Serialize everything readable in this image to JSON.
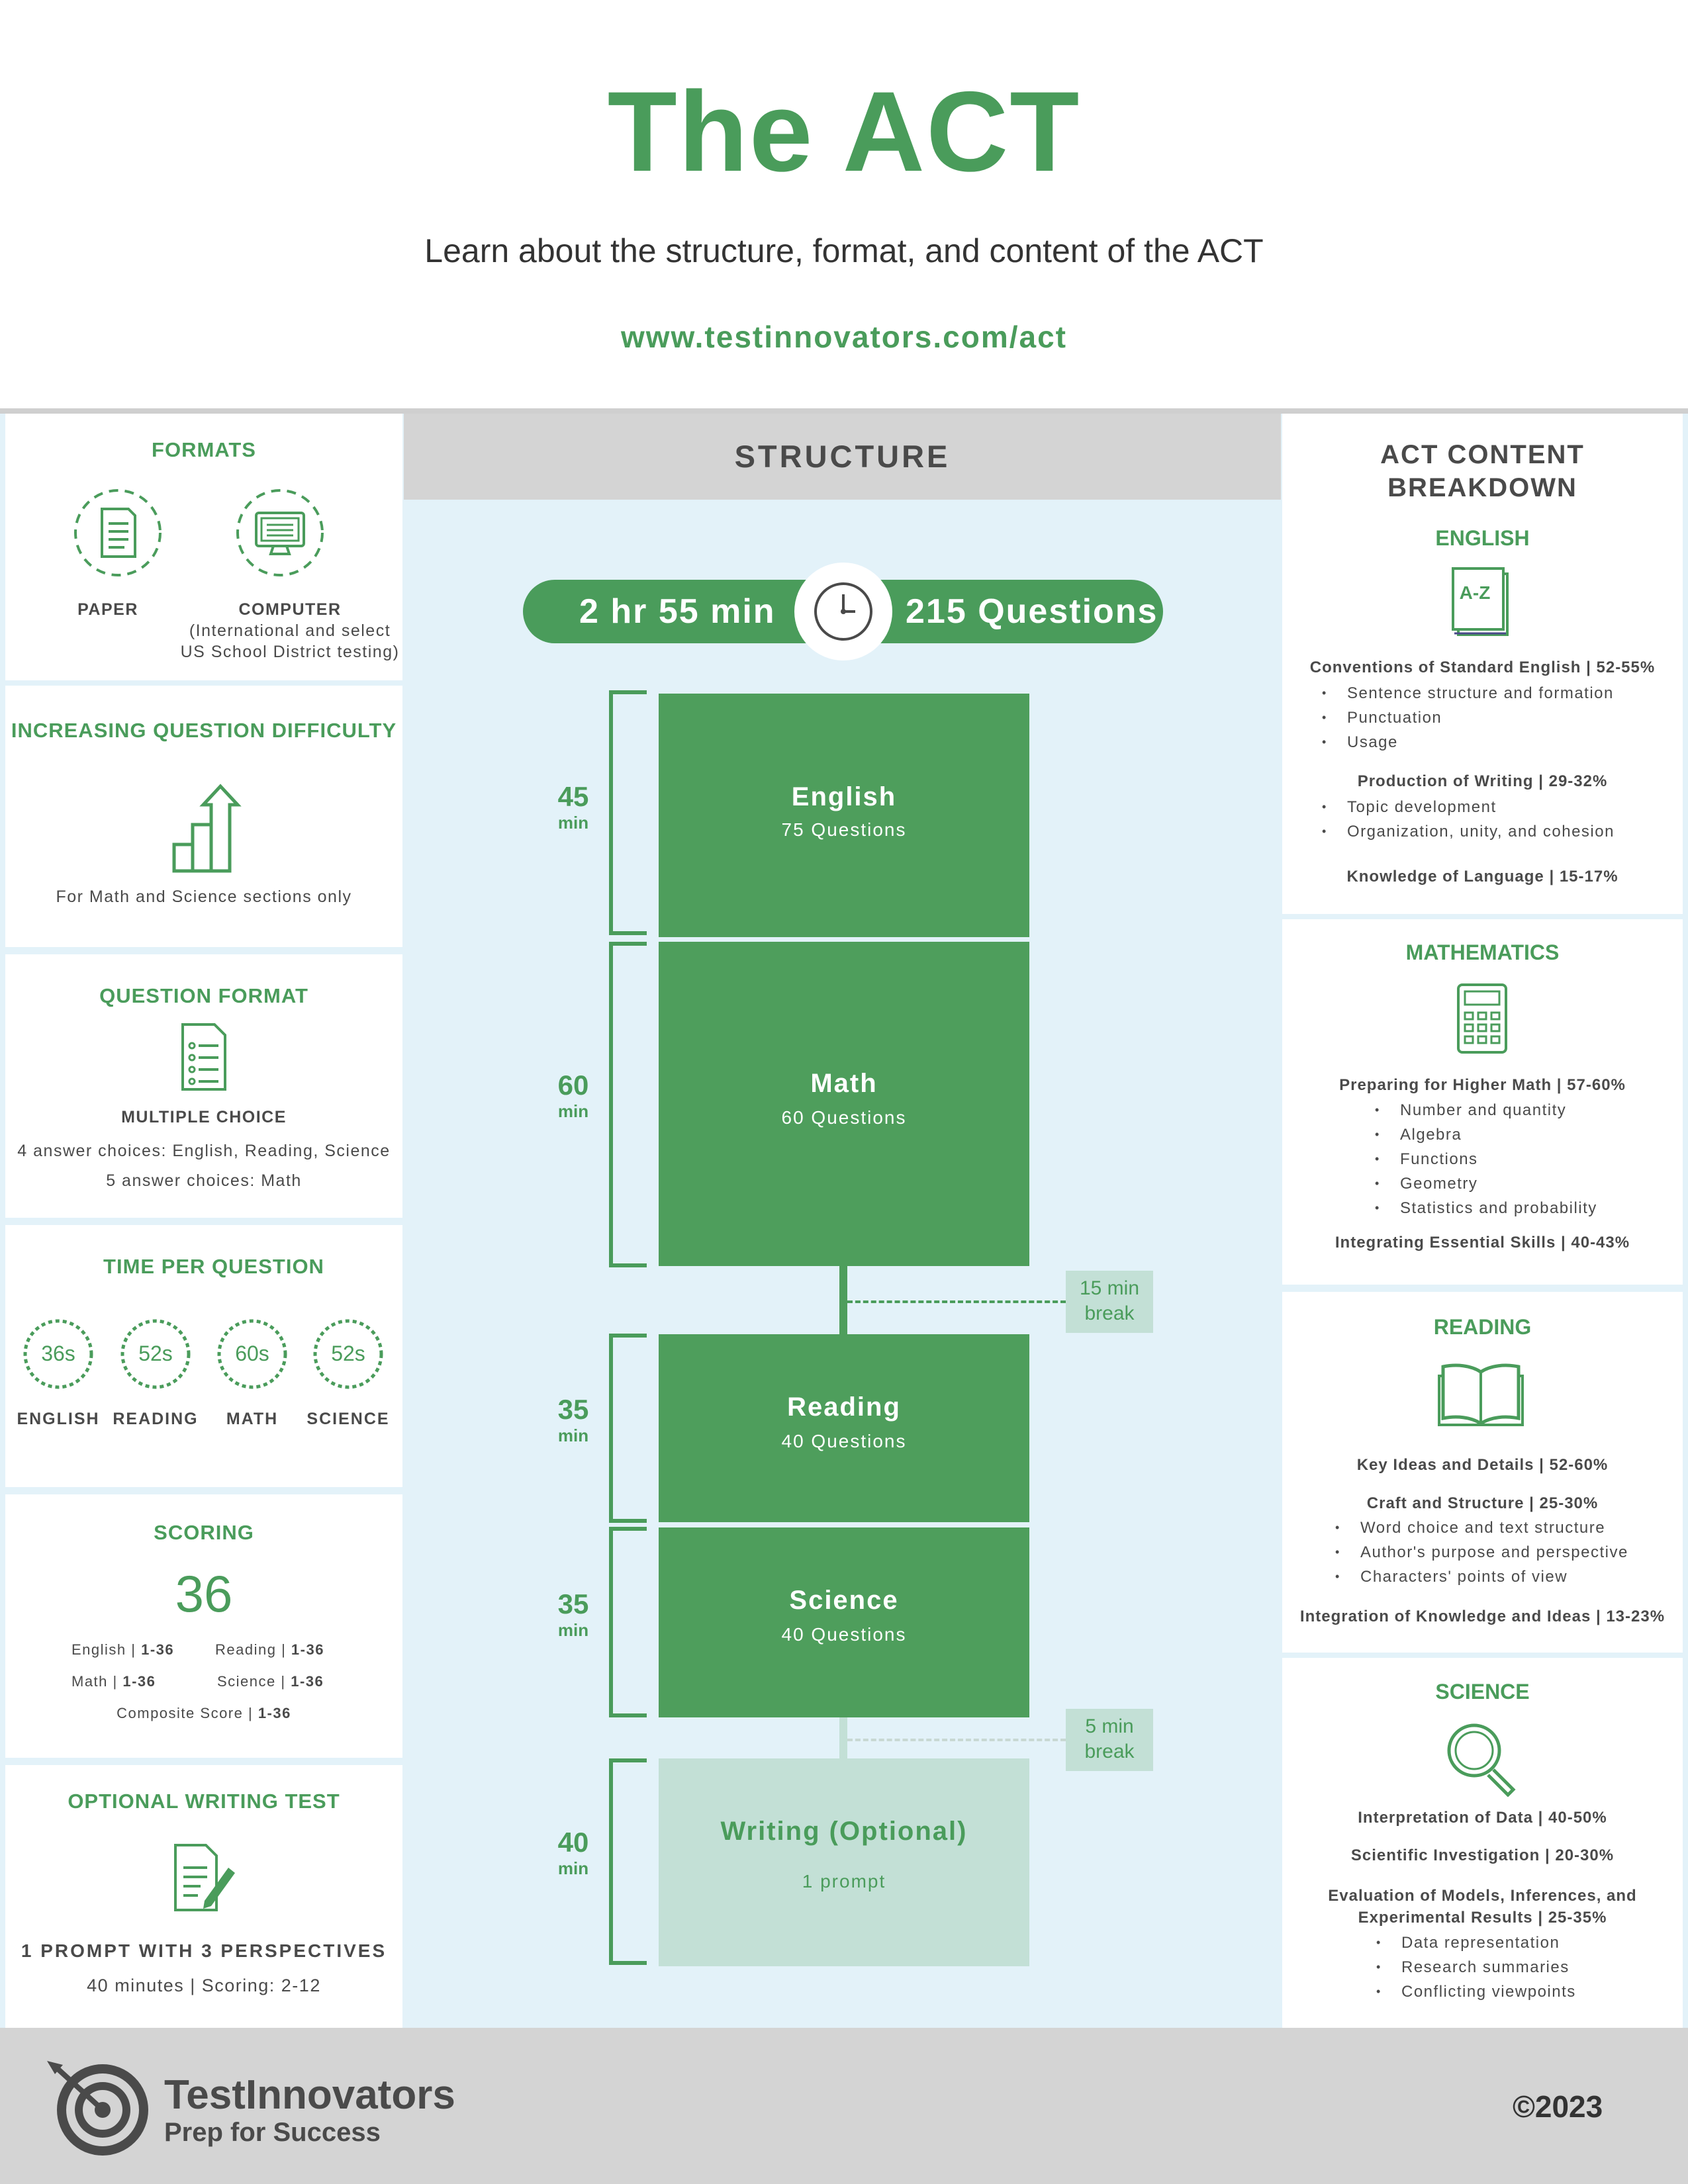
{
  "header": {
    "title": "The ACT",
    "subtitle": "Learn about the structure, format, and content of the ACT",
    "url": "www.testinnovators.com/act"
  },
  "formats": {
    "title": "FORMATS",
    "paper_label": "PAPER",
    "computer_label": "COMPUTER",
    "computer_note_1": "(International and select",
    "computer_note_2": "US School District testing)"
  },
  "difficulty": {
    "title": "INCREASING QUESTION DIFFICULTY",
    "note": "For Math and Science sections only"
  },
  "question_format": {
    "title": "QUESTION FORMAT",
    "type": "MULTIPLE CHOICE",
    "line1": "4 answer choices: English, Reading, Science",
    "line2": "5 answer choices: Math"
  },
  "time_per_question": {
    "title": "TIME PER QUESTION",
    "items": [
      {
        "time": "36s",
        "label": "ENGLISH"
      },
      {
        "time": "52s",
        "label": "READING"
      },
      {
        "time": "60s",
        "label": "MATH"
      },
      {
        "time": "52s",
        "label": "SCIENCE"
      }
    ]
  },
  "scoring": {
    "title": "SCORING",
    "max": "36",
    "english": "English | ",
    "english_range": "1-36",
    "reading": "Reading | ",
    "reading_range": "1-36",
    "math": "Math | ",
    "math_range": "1-36",
    "science": "Science | ",
    "science_range": "1-36",
    "composite": "Composite Score | ",
    "composite_range": "1-36"
  },
  "writing_test": {
    "title": "OPTIONAL WRITING TEST",
    "summary": "1 PROMPT WITH 3 PERSPECTIVES",
    "details": "40 minutes | Scoring: 2-12"
  },
  "structure": {
    "title": "STRUCTURE",
    "total_time": "2 hr 55 min",
    "total_questions": "215 Questions",
    "sections": [
      {
        "name": "English",
        "questions": "75 Questions",
        "minutes": "45",
        "unit": "min"
      },
      {
        "name": "Math",
        "questions": "60 Questions",
        "minutes": "60",
        "unit": "min"
      },
      {
        "name": "Reading",
        "questions": "40 Questions",
        "minutes": "35",
        "unit": "min"
      },
      {
        "name": "Science",
        "questions": "40 Questions",
        "minutes": "35",
        "unit": "min"
      },
      {
        "name": "Writing (Optional)",
        "questions": "1 prompt",
        "minutes": "40",
        "unit": "min"
      }
    ],
    "break1_a": "15 min",
    "break1_b": "break",
    "break2_a": "5 min",
    "break2_b": "break"
  },
  "content": {
    "title_1": "ACT CONTENT",
    "title_2": "BREAKDOWN",
    "english": {
      "title": "ENGLISH",
      "icon_text": "A-Z",
      "cat1": "Conventions of Standard English | 52-55%",
      "cat1_items": [
        "Sentence structure and formation",
        "Punctuation",
        "Usage"
      ],
      "cat2": "Production of Writing | 29-32%",
      "cat2_items": [
        "Topic development",
        "Organization, unity, and cohesion"
      ],
      "cat3": "Knowledge of Language | 15-17%"
    },
    "math": {
      "title": "MATHEMATICS",
      "cat1": "Preparing for Higher Math | 57-60%",
      "cat1_items": [
        "Number and quantity",
        "Algebra",
        "Functions",
        "Geometry",
        "Statistics and probability"
      ],
      "cat2": "Integrating Essential Skills | 40-43%"
    },
    "reading": {
      "title": "READING",
      "cat1": "Key Ideas and Details | 52-60%",
      "cat2": "Craft and Structure | 25-30%",
      "cat2_items": [
        "Word choice and text structure",
        "Author's purpose and perspective",
        "Characters' points of view"
      ],
      "cat3": "Integration of Knowledge and Ideas | 13-23%"
    },
    "science": {
      "title": "SCIENCE",
      "cat1": "Interpretation of Data | 40-50%",
      "cat2": "Scientific Investigation | 20-30%",
      "cat3_1": "Evaluation of Models, Inferences, and",
      "cat3_2": "Experimental Results | 25-35%",
      "cat3_items": [
        "Data representation",
        "Research summaries",
        "Conflicting viewpoints"
      ]
    }
  },
  "footer": {
    "brand": "TestInnovators",
    "tagline": "Prep for Success",
    "copyright": "©2023"
  },
  "colors": {
    "brand_green": "#4a9c5b",
    "light_green": "#c3e0d6",
    "band_blue": "#e3f2f9",
    "gray": "#d4d4d4"
  }
}
